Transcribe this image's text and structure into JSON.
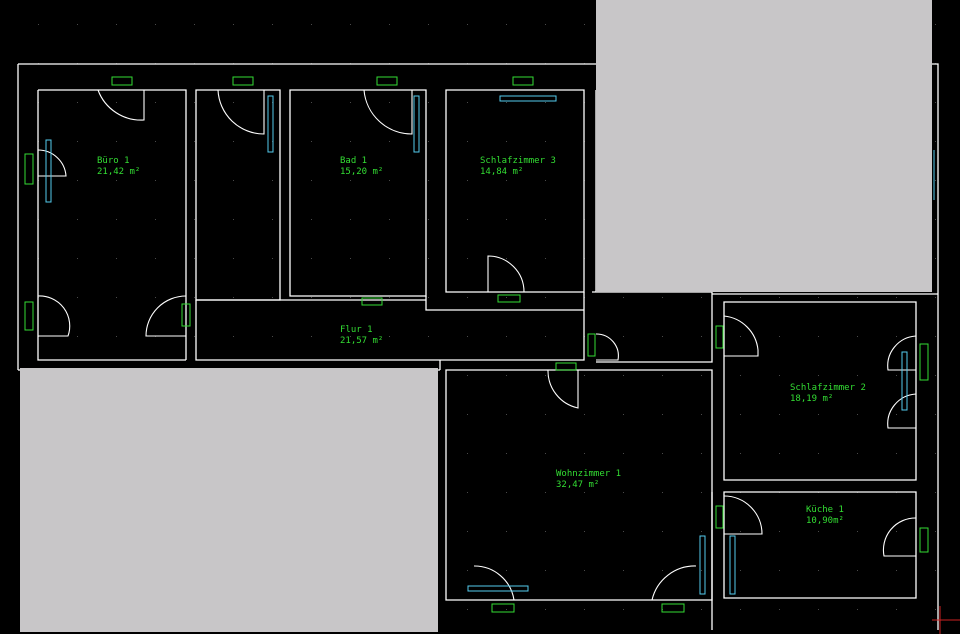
{
  "rooms": [
    {
      "name": "Büro 1",
      "area": "21,42 m²"
    },
    {
      "name": "Bad 1",
      "area": "15,20 m²"
    },
    {
      "name": "Schlafzimmer 3",
      "area": "14,84 m²"
    },
    {
      "name": "Flur 1",
      "area": "21,57 m²"
    },
    {
      "name": "Schlafzimmer 2",
      "area": "18,19 m²"
    },
    {
      "name": "Wohnzimmer 1",
      "area": "32,47 m²"
    },
    {
      "name": "Küche 1",
      "area": "10,90m²"
    }
  ],
  "colors": {
    "background": "#000000",
    "walls": "#ffffff",
    "labels": "#33dd33",
    "windows": "#55ccee",
    "overlay": "#c8c6c8"
  }
}
